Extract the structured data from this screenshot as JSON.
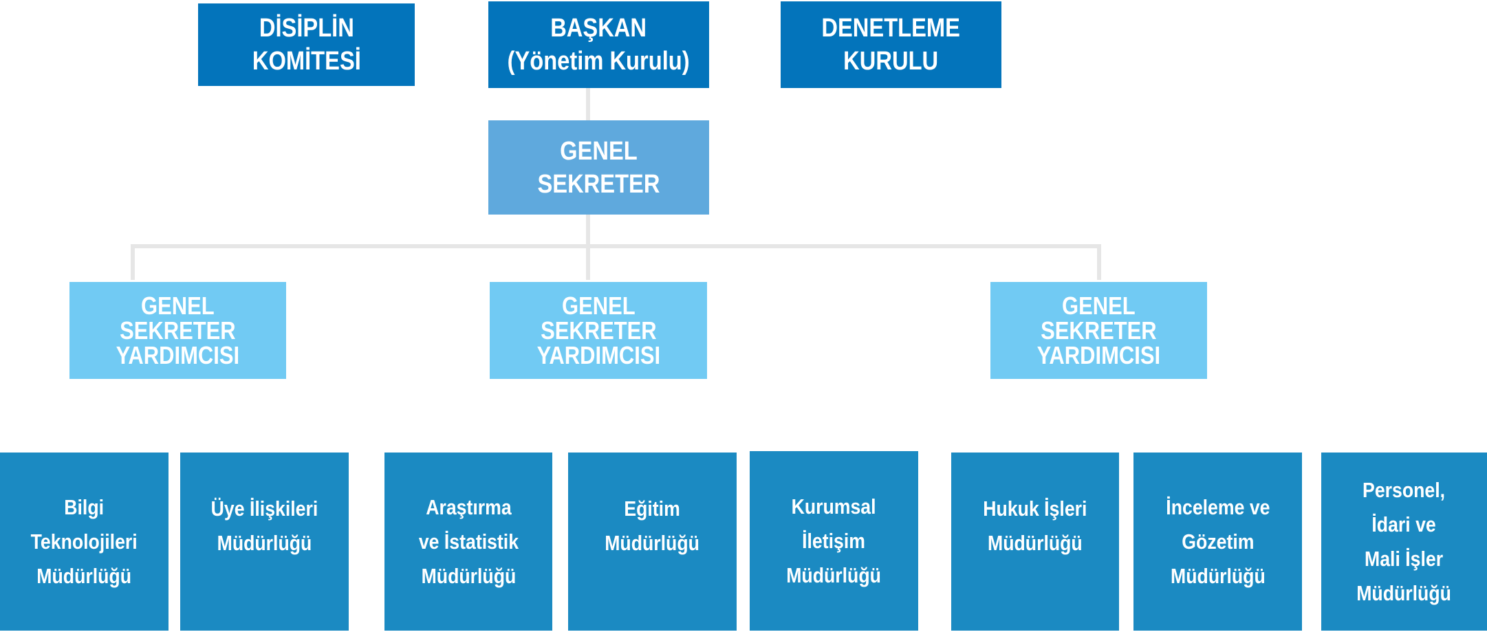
{
  "top": {
    "disiplin": "DİSİPLİN\nKOMİTESİ",
    "baskan": "BAŞKAN\n(Yönetim Kurulu)",
    "denetleme": "DENETLEME\nKURULU"
  },
  "genel_sekreter": "GENEL\nSEKRETER",
  "yardimcilar": [
    "GENEL\nSEKRETER\nYARDIMCISI",
    "GENEL\nSEKRETER\nYARDIMCISI",
    "GENEL\nSEKRETER\nYARDIMCISI"
  ],
  "mudurlukler": [
    "Bilgi\nTeknolojileri\nMüdürlüğü",
    "Üye İlişkileri\nMüdürlüğü",
    "Araştırma\nve İstatistik\nMüdürlüğü",
    "Eğitim\nMüdürlüğü",
    "Kurumsal\nİletişim\nMüdürlüğü",
    "Hukuk İşleri\nMüdürlüğü",
    "İnceleme ve\nGözetim\nMüdürlüğü",
    "Personel,\nİdari ve\nMali İşler\nMüdürlüğü"
  ],
  "colors": {
    "top": "#0374bb",
    "genel_sekreter": "#5fa9dd",
    "yardimci": "#71caf3",
    "mudurluk": "#1b8ac2",
    "connector": "#e6e6e6"
  }
}
